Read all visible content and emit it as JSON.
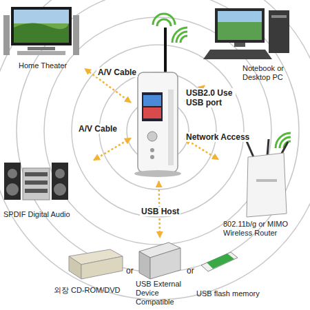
{
  "diagram": {
    "nodes": [
      {
        "text": [
          "Home Theater"
        ]
      },
      {
        "text": [
          "Notebook or Desktop PC"
        ]
      },
      {
        "text": []
      },
      {
        "text": [
          "SPDIF Digital Audio"
        ]
      },
      {
        "text": [
          "802.11b/g or MIMO Wireless Router"
        ]
      },
      {
        "text": [
          "외장 CD-ROM/DVD"
        ]
      },
      {
        "text": [
          "USB External Device Compatible"
        ]
      },
      {
        "text": [
          "USB flash memory"
        ]
      }
    ],
    "edges": [
      {
        "from": 2,
        "to": 0,
        "label": "A/V Cable",
        "arrow": "both"
      },
      {
        "from": 2,
        "to": 1,
        "label": "USB2.0 Use USB port",
        "arrow": "both"
      },
      {
        "from": 2,
        "to": 3,
        "label": "A/V Cable",
        "arrow": "both"
      },
      {
        "from": 2,
        "to": 4,
        "label": "Network Access",
        "arrow": "both"
      },
      {
        "from": 2,
        "to": 6,
        "label": "USB Host",
        "arrow": "both"
      }
    ],
    "labels": [
      "or",
      "or"
    ]
  }
}
